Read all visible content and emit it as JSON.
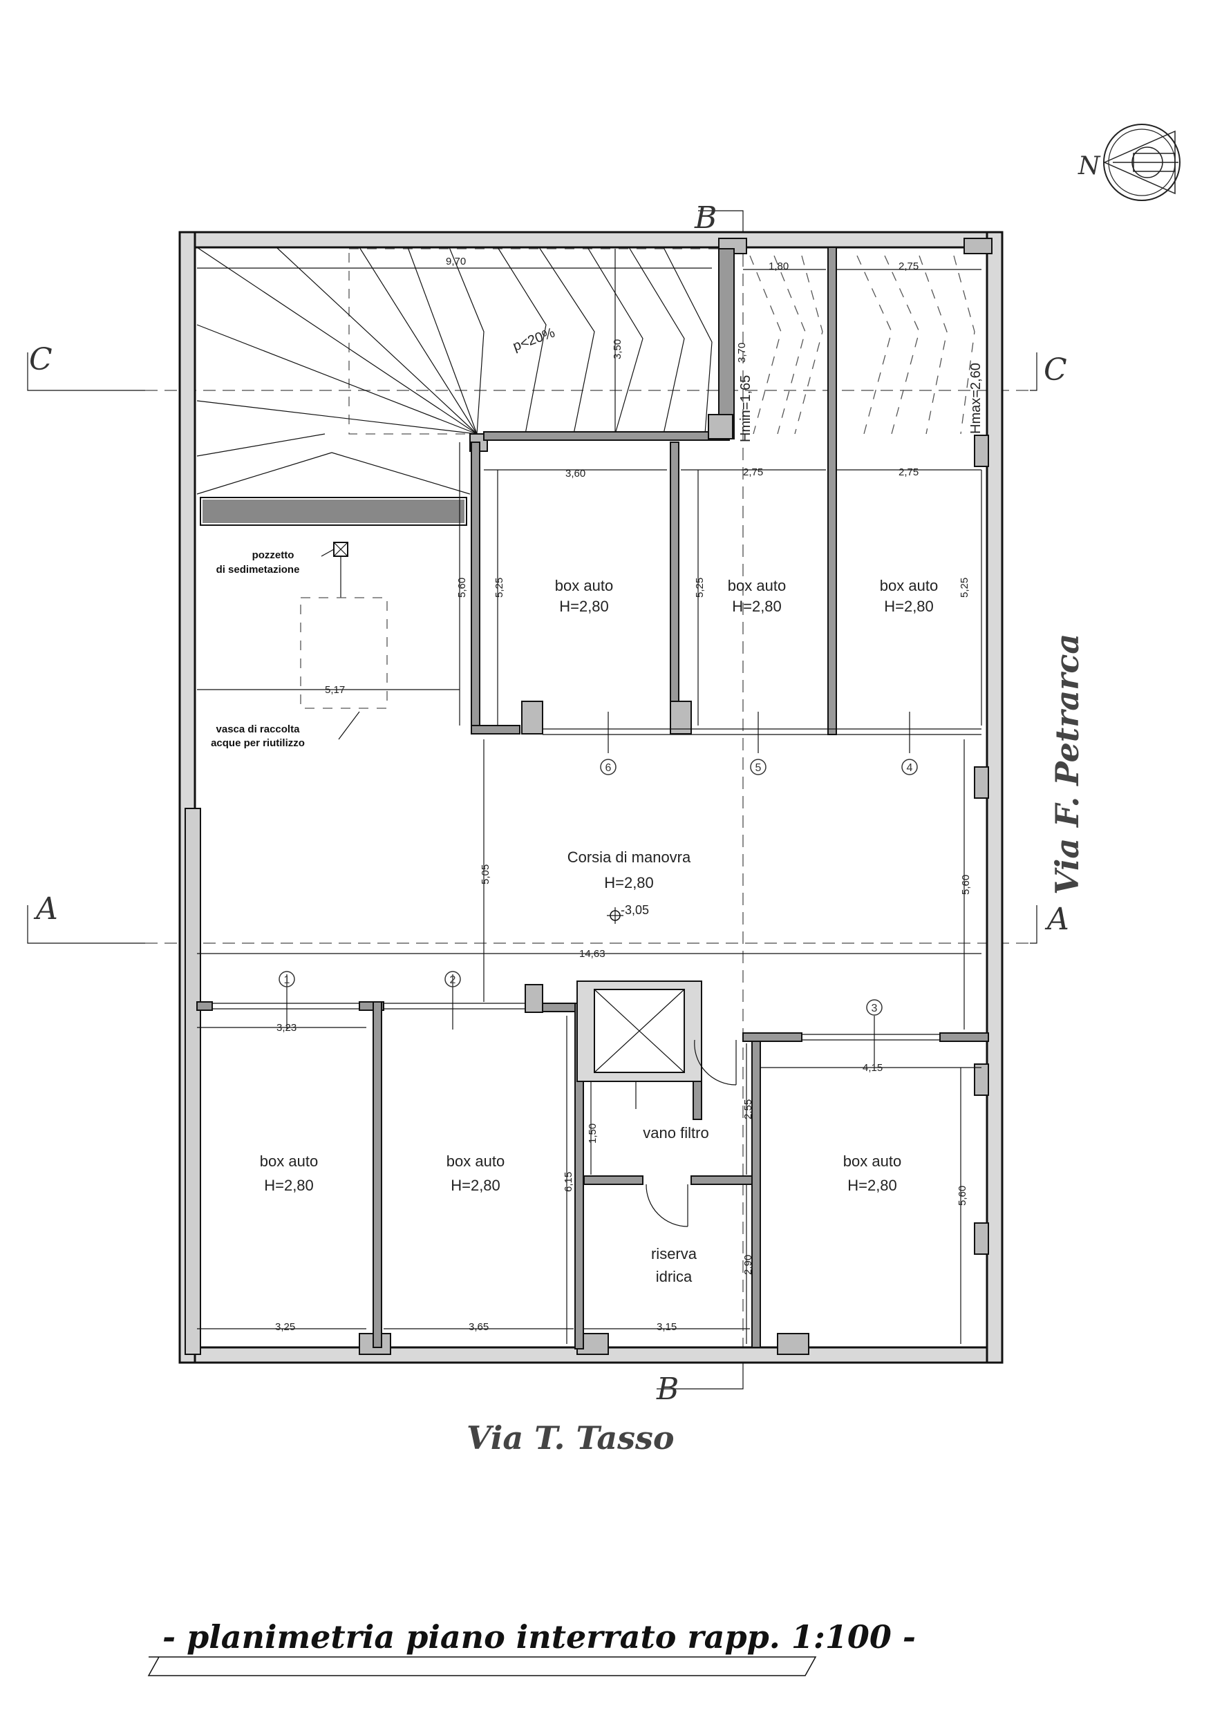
{
  "sections": {
    "c_left": "C",
    "c_right": "C",
    "a_left": "A",
    "a_right": "A",
    "b_top": "B",
    "b_bottom": "B"
  },
  "compass": {
    "label": "N"
  },
  "rooms": {
    "box_label": "box auto",
    "box_height": "H=2,80",
    "corsia_label": "Corsia di manovra",
    "corsia_height": "H=2,80",
    "level": "-3,05",
    "vano_filtro": "vano filtro",
    "riserva_1": "riserva",
    "riserva_2": "idrica"
  },
  "notes": {
    "pozzetto_1": "pozzetto",
    "pozzetto_2": "di sedimetazione",
    "vasca_1": "vasca di raccolta",
    "vasca_2": "acque per riutilizzo",
    "slope": "p<20%",
    "hmin": "Hmin=1,65",
    "hmax": "Hmax=2,60"
  },
  "dimensions": {
    "ramp_width": "9,70",
    "ramp_depth": "3,50",
    "ramp_b": "3,70",
    "top_180": "1,80",
    "top_275": "2,75",
    "box_360": "3,60",
    "box_275a": "2,75",
    "box_275b": "2,75",
    "box_560": "5,60",
    "box_525a": "5,25",
    "box_525b": "5,25",
    "box_525c": "5,25",
    "width_517": "5,17",
    "corsia_505": "5,05",
    "corsia_560": "5,60",
    "total_1463": "14,63",
    "box_323": "3,23",
    "box_325": "3,25",
    "box_365": "3,65",
    "box_315": "3,15",
    "box_415": "4,15",
    "h_615": "6,15",
    "h_150": "1,50",
    "h_255": "2,55",
    "h_290": "2,90",
    "h_560": "5,60"
  },
  "box_numbers": {
    "n1": "1",
    "n2": "2",
    "n3": "3",
    "n4": "4",
    "n5": "5",
    "n6": "6"
  },
  "streets": {
    "south": "Via T. Tasso",
    "east": "Via F. Petrarca"
  },
  "title": "- planimetria piano interrato rapp. 1:100 -"
}
